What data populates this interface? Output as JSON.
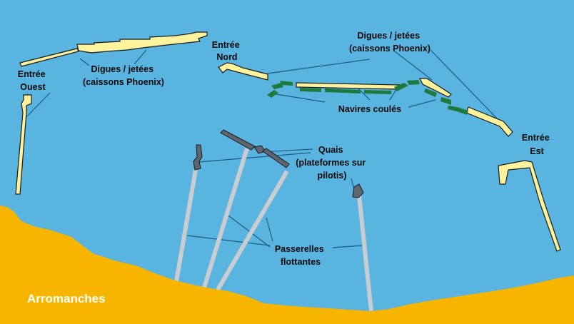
{
  "colors": {
    "sea": "#5ab4e0",
    "land": "#f7b500",
    "breakwater": "#fdf39c",
    "sunk_ships": "#1e7a3a",
    "pier": "#5f6670",
    "roadway": "#c9ccd0",
    "leader_line": "#1a5d86"
  },
  "labels": {
    "west_entrance": [
      "Entrée",
      "Ouest"
    ],
    "north_entrance": [
      "Entrée",
      "Nord"
    ],
    "east_entrance": [
      "Entrée",
      "Est"
    ],
    "breakwaters_left": [
      "Digues / jetées",
      "(caissons Phoenix)"
    ],
    "breakwaters_right": [
      "Digues / jetées",
      "(caissons Phoenix)"
    ],
    "sunk_ships": "Navires coulés",
    "piers": [
      "Quais",
      "(plateformes sur",
      "pilotis)"
    ],
    "floating_roadways": [
      "Passerelles",
      "flottantes"
    ],
    "town": "Arromanches"
  }
}
